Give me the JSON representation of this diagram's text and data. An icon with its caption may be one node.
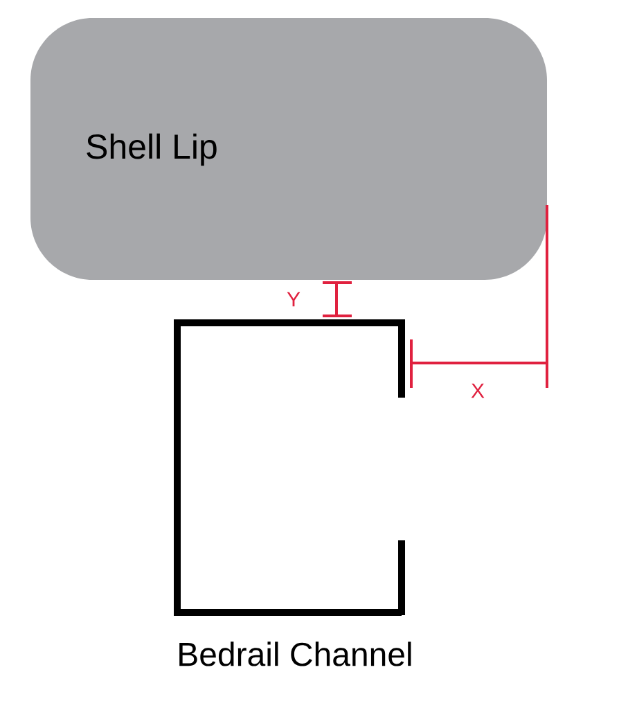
{
  "diagram": {
    "nodes": [
      {
        "text": [
          "Shell Lip"
        ]
      },
      {
        "text": [
          "Bedrail Channel"
        ]
      }
    ],
    "labels": [
      "Y",
      "X"
    ]
  }
}
